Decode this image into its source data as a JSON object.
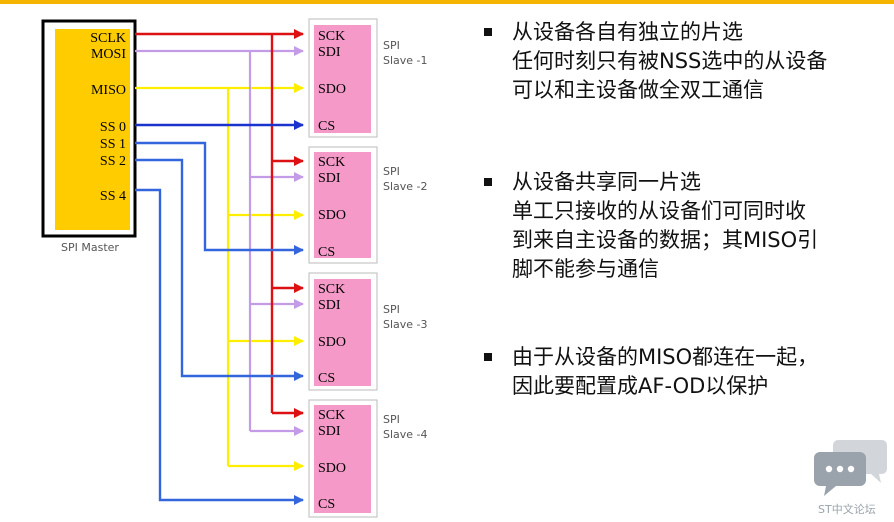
{
  "master": {
    "label": "SPI Master",
    "pins": [
      "SCLK",
      "MOSI",
      "MISO",
      "SS 0",
      "SS 1",
      "SS 2",
      "SS 4"
    ]
  },
  "slave_pins": [
    "SCK",
    "SDI",
    "SDO",
    "CS"
  ],
  "slaves": [
    {
      "name": "SPI",
      "sub": "Slave -1"
    },
    {
      "name": "SPI",
      "sub": "Slave -2"
    },
    {
      "name": "SPI",
      "sub": "Slave -3"
    },
    {
      "name": "SPI",
      "sub": "Slave -4"
    }
  ],
  "colors": {
    "accent_bar": "#f5b400",
    "master_fill": "#ffcc00",
    "slave_fill": "#f59ac8",
    "sclk": "#dd1111",
    "mosi": "#c49be6",
    "miso": "#ffee00",
    "ss": "#1a33cc",
    "ss_light": "#3366dd"
  },
  "bullets": [
    {
      "lines": [
        "从设备各自有独立的片选",
        "任何时刻只有被NSS选中的从设备",
        "可以和主设备做全双工通信"
      ]
    },
    {
      "lines": [
        "从设备共享同一片选",
        "单工只接收的从设备们可同时收",
        "到来自主设备的数据；其MISO引",
        "脚不能参与通信"
      ]
    },
    {
      "lines": [
        "由于从设备的MISO都连在一起，",
        "因此要配置成AF-OD以保护"
      ]
    }
  ],
  "logo": {
    "icon": "chat-bubbles-icon",
    "caption": "ST中文论坛"
  }
}
